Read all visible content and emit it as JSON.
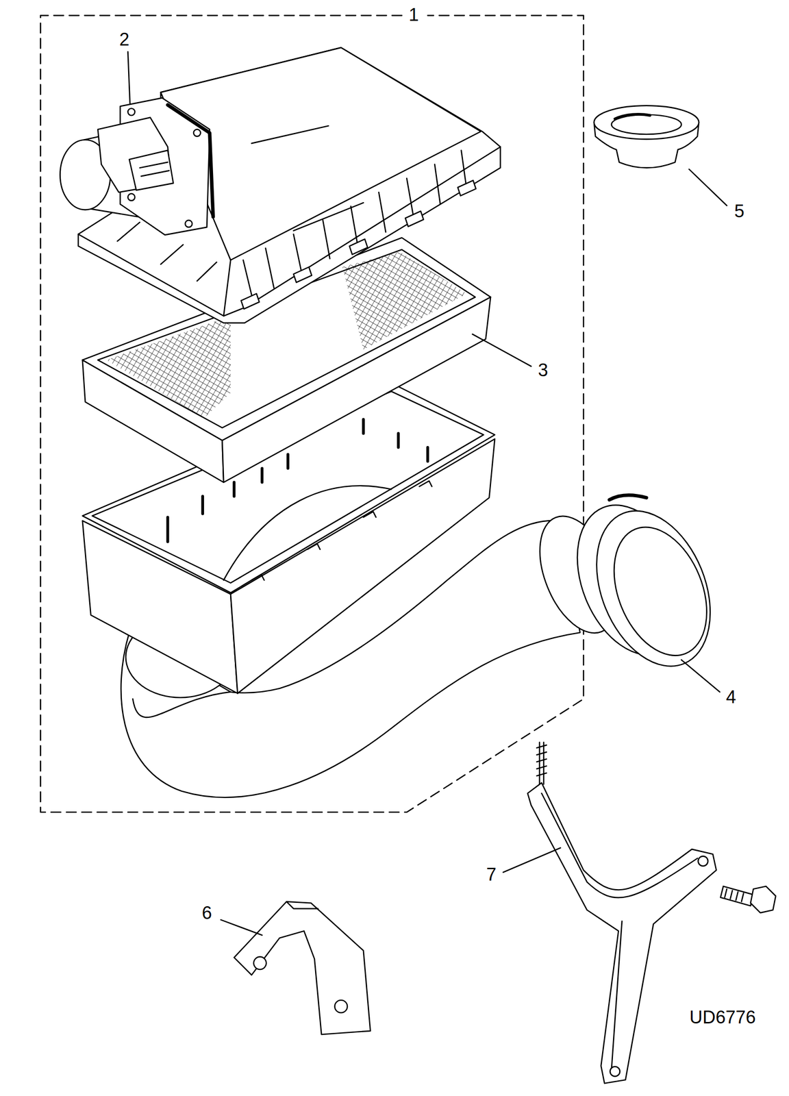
{
  "diagram": {
    "labels": [
      "1",
      "2",
      "3",
      "4",
      "5",
      "6",
      "7",
      "UD6776"
    ]
  }
}
